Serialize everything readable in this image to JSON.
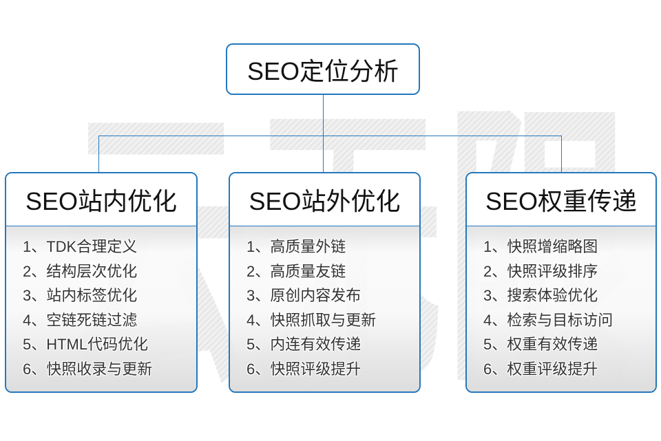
{
  "page": {
    "watermark_text": "云无限",
    "accent_color": "#2478bd"
  },
  "root": {
    "title": "SEO定位分析"
  },
  "columns": [
    {
      "title": "SEO站内优化",
      "items": [
        "1、TDK合理定义",
        "2、结构层次优化",
        "3、站内标签优化",
        "4、空链死链过滤",
        "5、HTML代码优化",
        "6、快照收录与更新"
      ]
    },
    {
      "title": "SEO站外优化",
      "items": [
        "1、高质量外链",
        "2、高质量友链",
        "3、原创内容发布",
        "4、快照抓取与更新",
        "5、内连有效传递",
        "6、快照评级提升"
      ]
    },
    {
      "title": "SEO权重传递",
      "items": [
        "1、快照增缩略图",
        "2、快照评级排序",
        "3、搜索体验优化",
        "4、检索与目标访问",
        "5、权重有效传递",
        "6、权重评级提升"
      ]
    }
  ]
}
